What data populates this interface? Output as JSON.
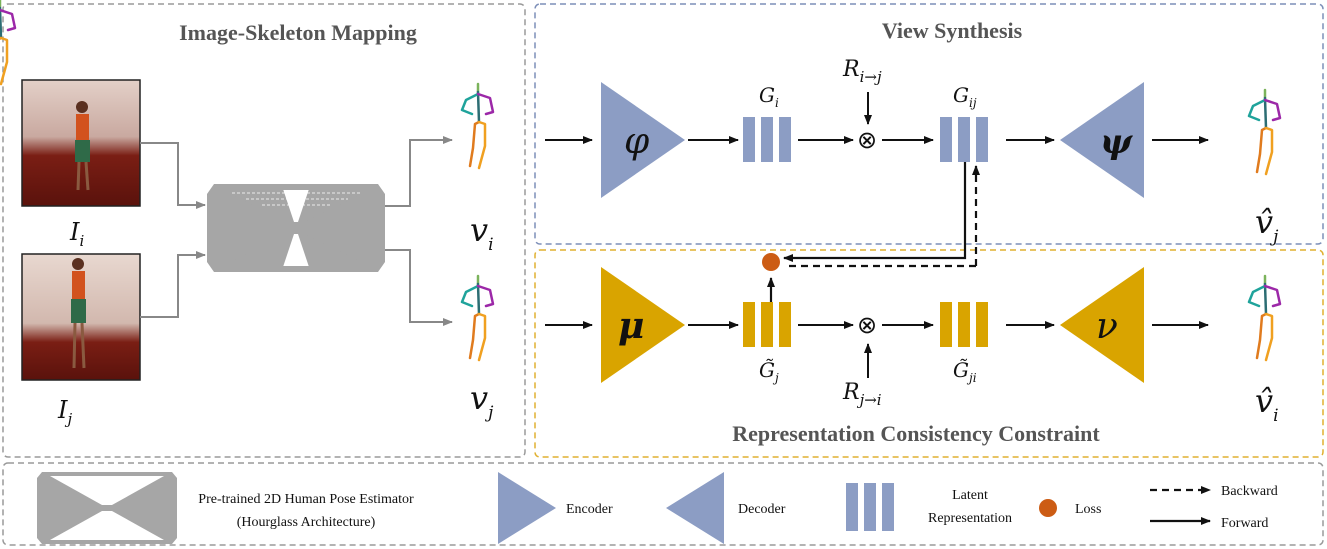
{
  "panels": {
    "mapping_title": "Image-Skeleton Mapping",
    "synthesis_title": "View Synthesis",
    "consistency_title": "Representation Consistency Constraint"
  },
  "images": {
    "top_label": "I",
    "top_sub": "i",
    "bottom_label": "I",
    "bottom_sub": "j"
  },
  "skeleton_labels": {
    "vi": "v",
    "vi_sub": "i",
    "vj": "v",
    "vj_sub": "j",
    "vj_hat": "v̂",
    "vj_hat_sub": "j",
    "vi_hat": "v̂",
    "vi_hat_sub": "i"
  },
  "synthesis": {
    "encoder_symbol": "φ",
    "decoder_symbol": "ψ",
    "latent_in": "G",
    "latent_in_sub": "i",
    "rotation": "R",
    "rotation_sub": "i→j",
    "otimes": "⊗",
    "latent_out": "G",
    "latent_out_sub": "ij"
  },
  "consistency": {
    "encoder_symbol": "μ",
    "decoder_symbol": "ν",
    "latent_in": "G̃",
    "latent_in_sub": "j",
    "rotation": "R",
    "rotation_sub": "j→i",
    "otimes": "⊗",
    "latent_out": "G̃",
    "latent_out_sub": "ji"
  },
  "legend": {
    "hourglass_line1": "Pre-trained  2D Human Pose Estimator",
    "hourglass_line2": "(Hourglass Architecture)",
    "encoder": "Encoder",
    "decoder": "Decoder",
    "latent_line1": "Latent",
    "latent_line2": "Representation",
    "loss": "Loss",
    "backward": "Backward",
    "forward": "Forward"
  },
  "colors": {
    "blue": "#8c9dc4",
    "gold": "#d9a400",
    "loss": "#cc5c14",
    "gray_dash": "#9a9a9a",
    "blue_dash": "#7d8fb8",
    "gold_dash": "#e0b030"
  }
}
